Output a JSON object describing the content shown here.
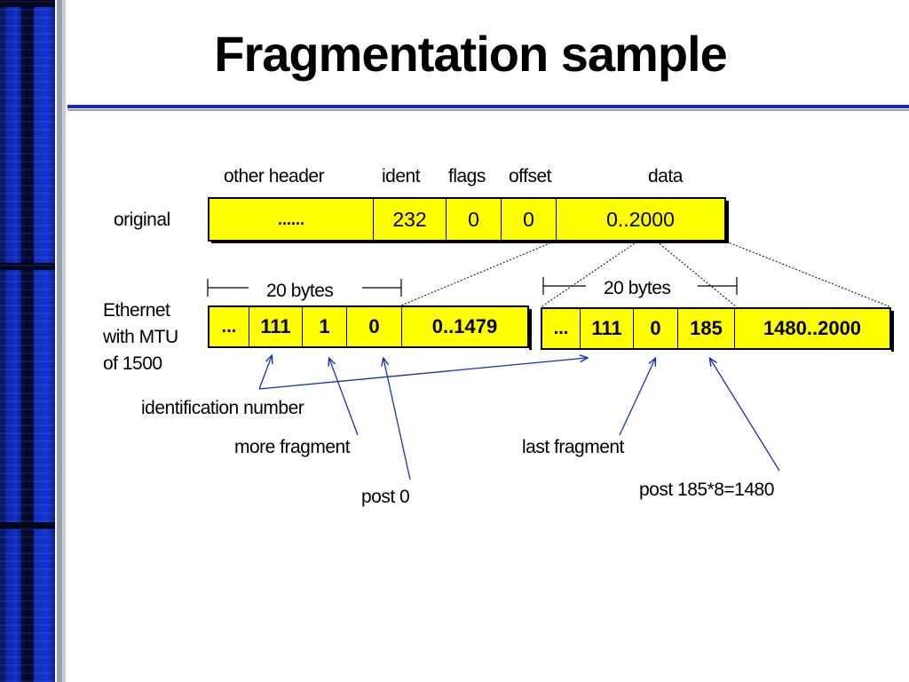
{
  "title": "Fragmentation sample",
  "header_labels": {
    "other_header": "other header",
    "ident": "ident",
    "flags": "flags",
    "offset": "offset",
    "data": "data"
  },
  "original": {
    "label": "original",
    "other": "......",
    "ident": "232",
    "flags": "0",
    "offset": "0",
    "data": "0..2000"
  },
  "ethernet_label": [
    "Ethernet",
    "with MTU",
    "of 1500"
  ],
  "fragment1": {
    "bytes_label": "20 bytes",
    "other": "...",
    "ident": "111",
    "flags": "1",
    "offset": "0",
    "data": "0..1479"
  },
  "fragment2": {
    "bytes_label": "20 bytes",
    "other": "...",
    "ident": "111",
    "flags": "0",
    "offset": "185",
    "data": "1480..2000"
  },
  "annotations": {
    "identification": "identification number",
    "more_fragment": "more fragment",
    "post0": "post 0",
    "last_fragment": "last fragment",
    "post185": "post 185*8=1480"
  },
  "colors": {
    "field_fill": "#ffff00",
    "arrow": "#1c2bbd",
    "rule": "#1c2bbd"
  }
}
